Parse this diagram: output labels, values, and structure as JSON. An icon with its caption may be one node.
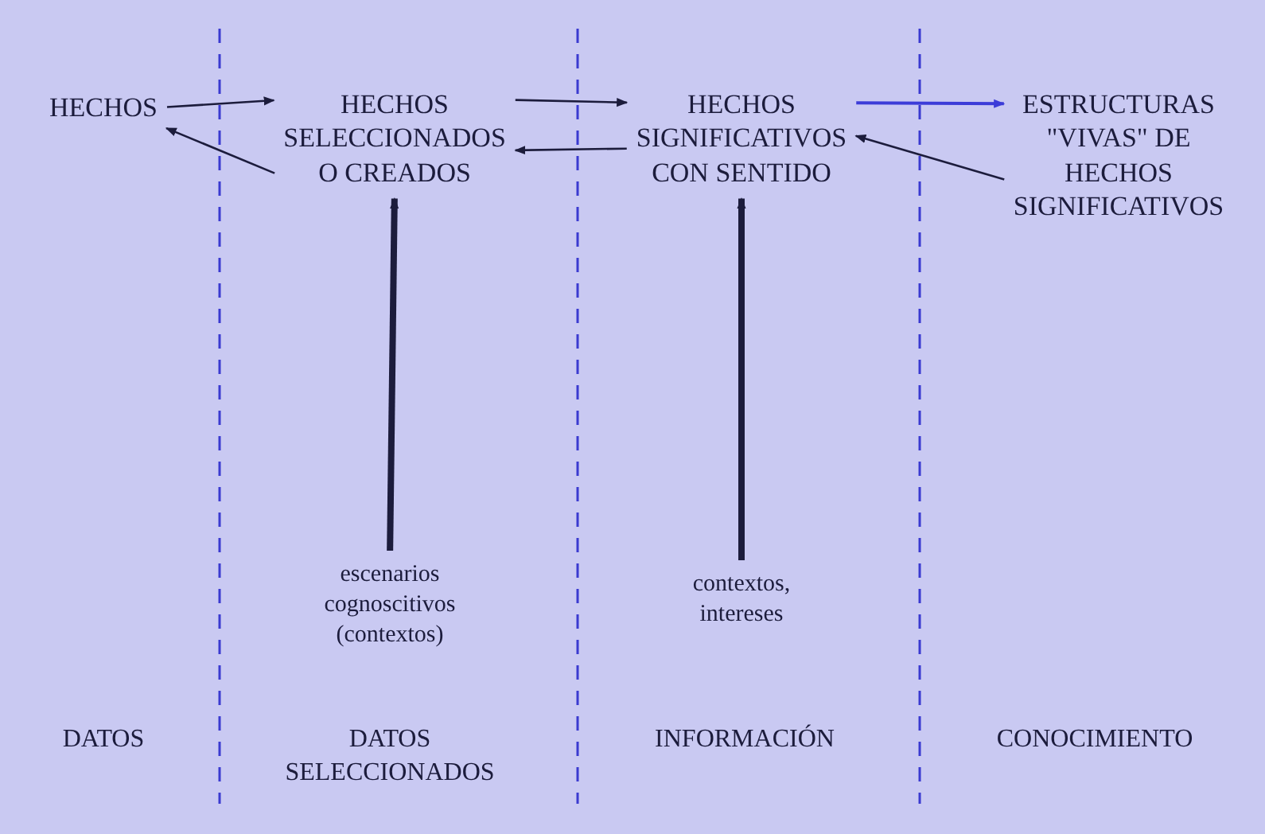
{
  "diagram": {
    "nodes": [
      {
        "text": [
          "HECHOS"
        ]
      },
      {
        "text": [
          "HECHOS SELECCIONADOS O CREADOS"
        ]
      },
      {
        "text": [
          "HECHOS SIGNIFICATIVOS CON SENTIDO"
        ]
      },
      {
        "text": [
          "ESTRUCTURAS \"VIVAS\" DE HECHOS SIGNIFICATIVOS"
        ]
      },
      {
        "text": [
          "escenarios cognoscitivos (contextos)"
        ]
      },
      {
        "text": [
          "contextos, intereses"
        ]
      }
    ],
    "edges": [
      {
        "from": 0,
        "to": 1,
        "arrow": "to"
      },
      {
        "from": 1,
        "to": 0,
        "arrow": "to"
      },
      {
        "from": 1,
        "to": 2,
        "arrow": "to"
      },
      {
        "from": 2,
        "to": 1,
        "arrow": "to"
      },
      {
        "from": 2,
        "to": 3,
        "arrow": "to",
        "color": "#3c3cd8"
      },
      {
        "from": 3,
        "to": 2,
        "arrow": "to"
      },
      {
        "from": 4,
        "to": 1,
        "arrow": "to",
        "style": "thick"
      },
      {
        "from": 5,
        "to": 2,
        "arrow": "to",
        "style": "thick"
      }
    ],
    "labels": [
      "DATOS",
      "DATOS SELECCIONADOS",
      "INFORMACIÓN",
      "CONOCIMIENTO"
    ]
  }
}
